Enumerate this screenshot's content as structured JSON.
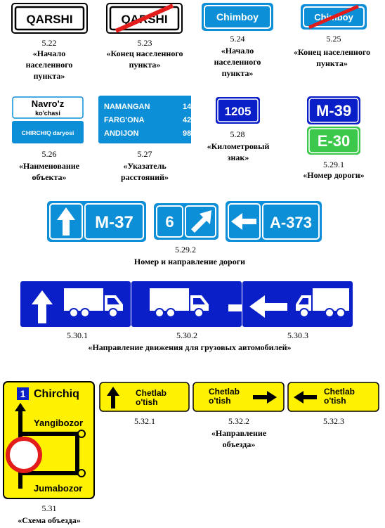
{
  "colors": {
    "blue": "#0c8fd6",
    "dark_blue": "#0b1fc8",
    "green": "#3cc84a",
    "yellow": "#fff200",
    "red": "#e21b1b"
  },
  "signs": {
    "s522": {
      "number": "5.22",
      "caption": "«Начало населенного пункта»",
      "text": "QARSHI"
    },
    "s523": {
      "number": "5.23",
      "caption": "«Конец населенного пункта»",
      "text": "QARSHI"
    },
    "s524": {
      "number": "5.24",
      "caption": "«Начало населенного пункта»",
      "text": "Chimboy"
    },
    "s525": {
      "number": "5.25",
      "caption": "«Конец населенного пункта»",
      "text": "Chimboy"
    },
    "s526": {
      "number": "5.26",
      "caption": "«Наименование объекта»",
      "line1": "Navro'z",
      "line2": "ko'chasi",
      "line3": "CHIRCHIQ daryosi"
    },
    "s527": {
      "number": "5.27",
      "caption": "«Указатель расстояний»",
      "rows": [
        {
          "name": "NAMANGAN",
          "km": "14"
        },
        {
          "name": "FARG'ONA",
          "km": "42"
        },
        {
          "name": "ANDIJON",
          "km": "98"
        }
      ]
    },
    "s528": {
      "number": "5.28",
      "caption": "«Километровый знак»",
      "text": "1205"
    },
    "s5291": {
      "number": "5.29.1",
      "caption": "«Номер дороги»",
      "text1": "M-39",
      "text2": "E-30"
    },
    "s5292": {
      "number": "5.29.2",
      "caption": "Номер и направление дороги",
      "a": "M-37",
      "b": "6",
      "c": "A-373"
    },
    "s530": {
      "caption": "«Направление движения для грузовых автомобилей»",
      "n1": "5.30.1",
      "n2": "5.30.2",
      "n3": "5.30.3"
    },
    "s531": {
      "number": "5.31",
      "caption": "«Схема объезда»",
      "badge": "1",
      "dest": "Chirchiq",
      "mid": "Yangibozor",
      "bottom": "Jumabozor"
    },
    "s532": {
      "caption": "«Направление объезда»",
      "n1": "5.32.1",
      "n2": "5.32.2",
      "n3": "5.32.3",
      "line1": "Chetlab",
      "line2": "o'tish"
    }
  }
}
